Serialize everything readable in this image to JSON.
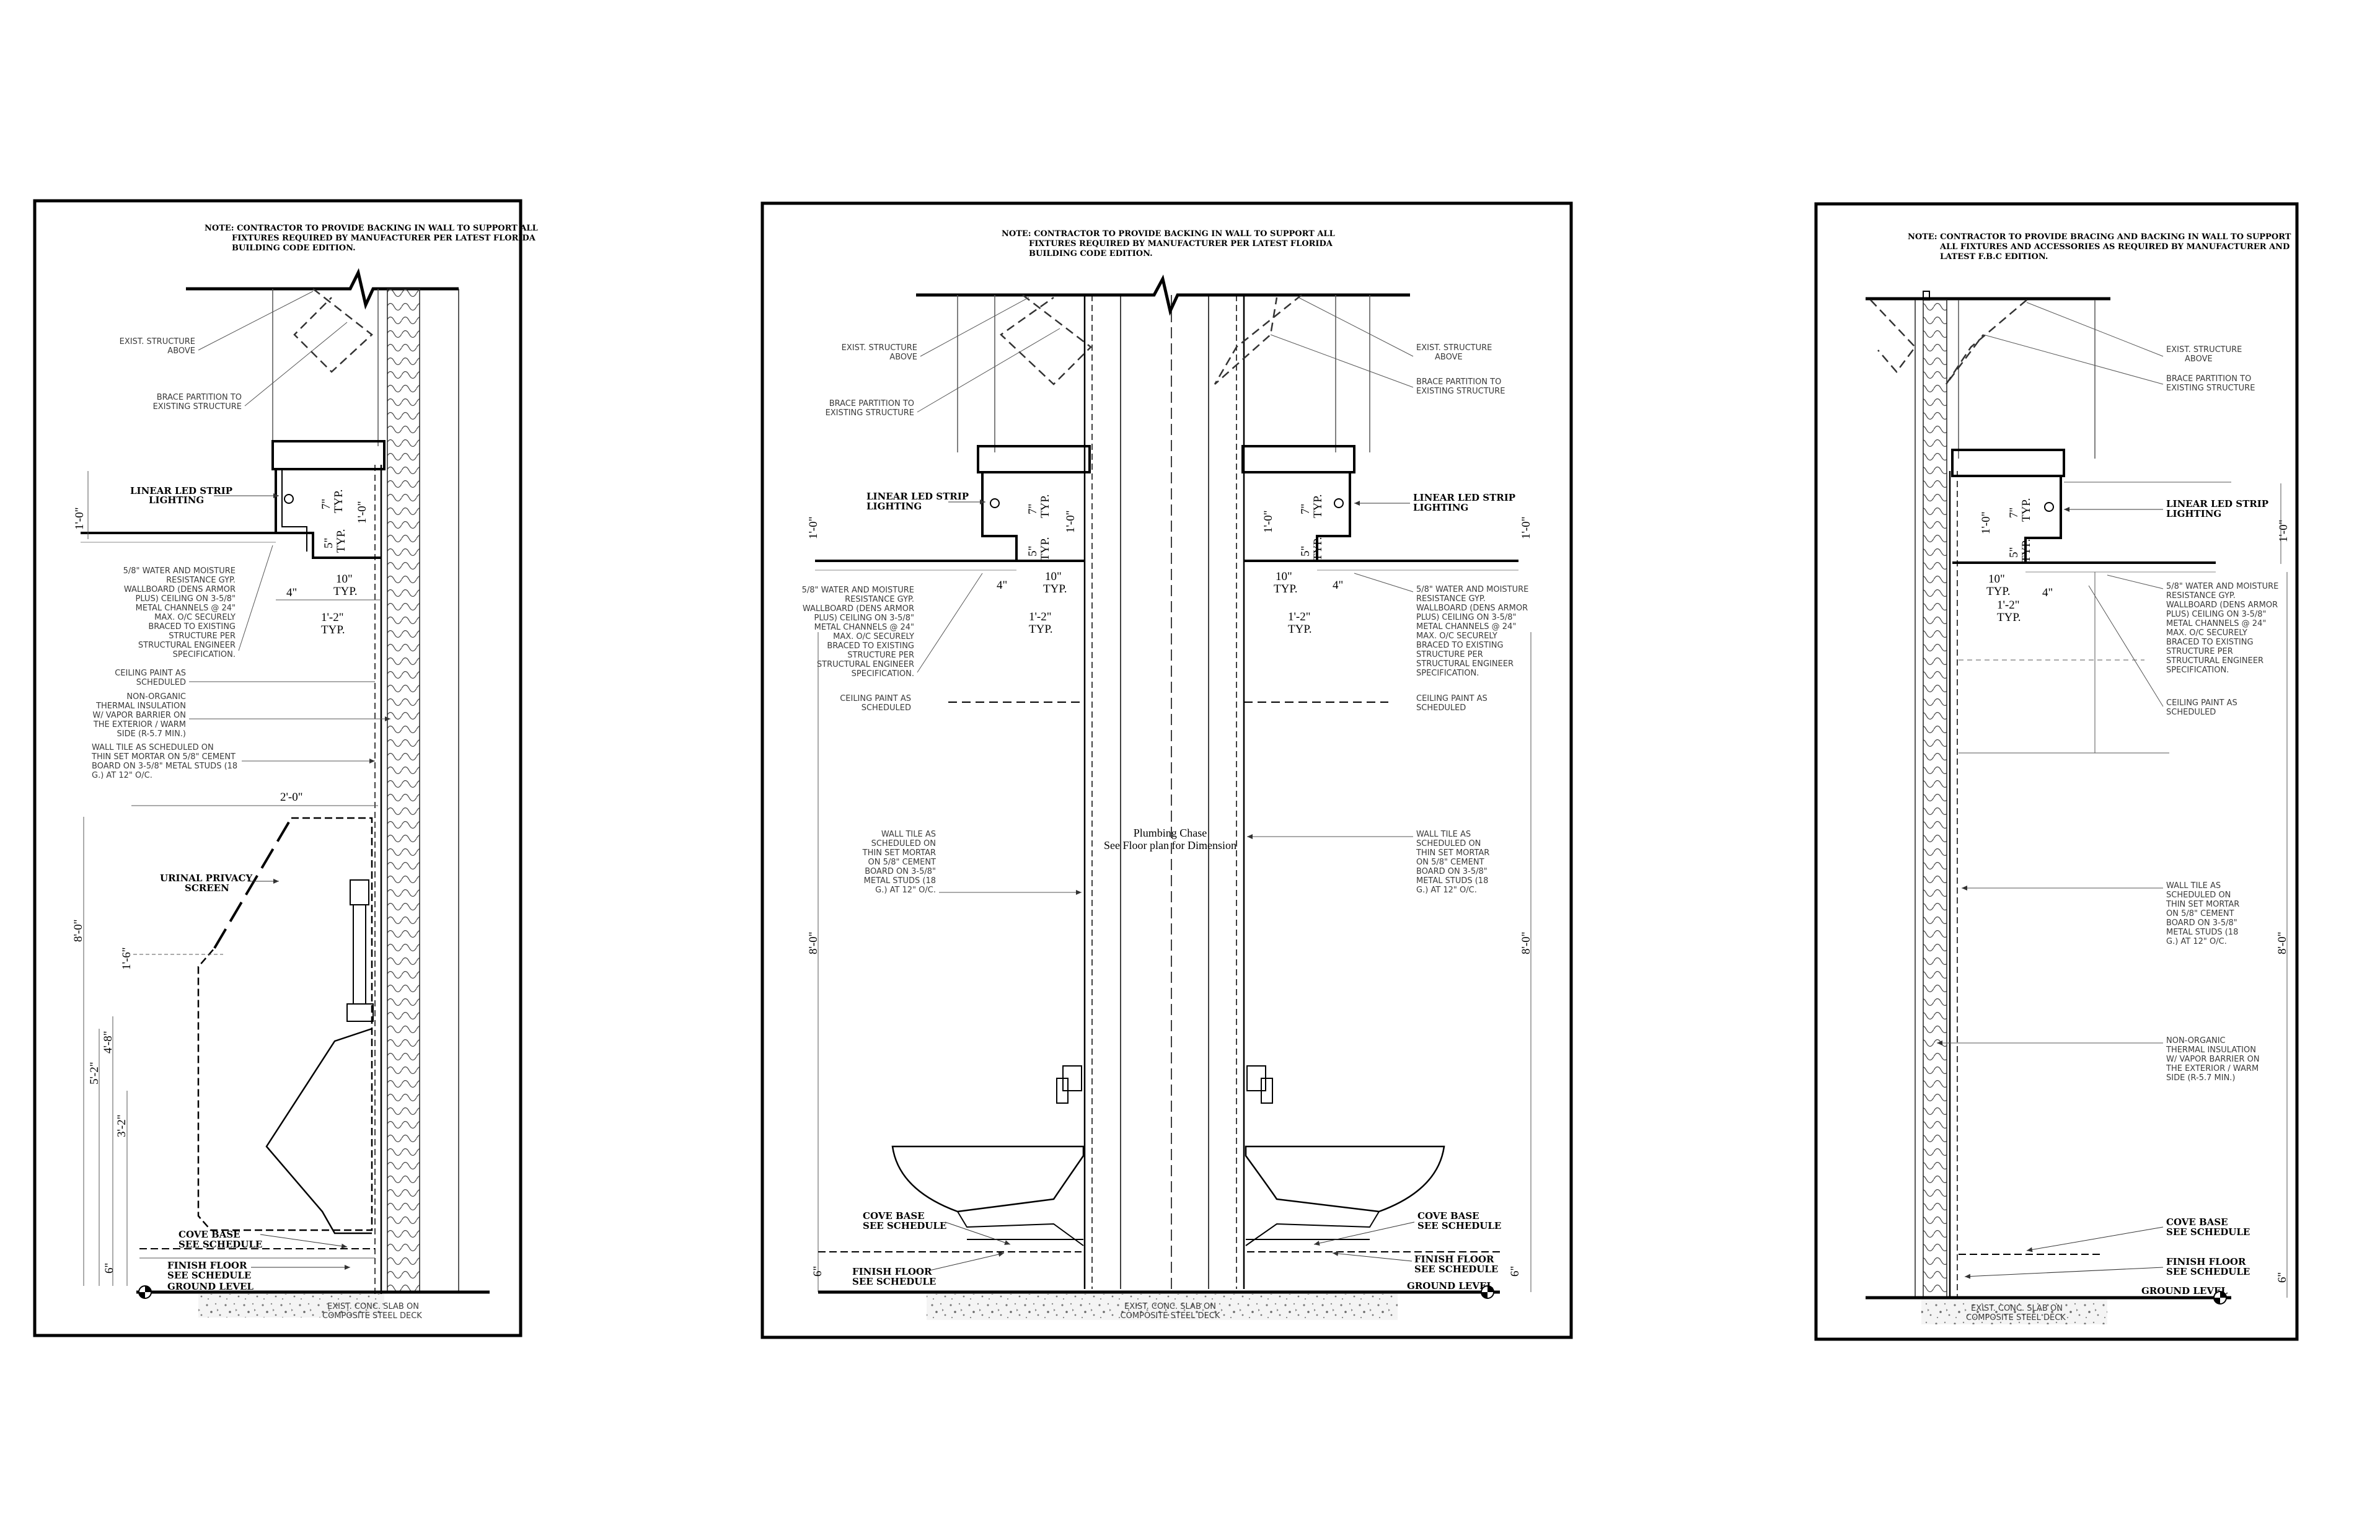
{
  "panels": [
    {
      "note": [
        "NOTE: CONTRACTOR TO PROVIDE BACKING IN WALL TO SUPPORT ALL",
        "FIXTURES REQUIRED BY MANUFACTURER PER LATEST FLORIDA",
        "BUILDING CODE EDITION."
      ],
      "labels": {
        "exist_structure": [
          "EXIST. STRUCTURE",
          "ABOVE"
        ],
        "brace": [
          "BRACE PARTITION TO",
          "EXISTING STRUCTURE"
        ],
        "led": [
          "LINEAR LED STRIP",
          "LIGHTING"
        ],
        "wallboard": [
          "5/8\" WATER AND MOISTURE",
          "RESISTANCE GYP.",
          "WALLBOARD (DENS ARMOR",
          "PLUS) CEILING ON 3-5/8\"",
          "METAL CHANNELS @ 24\"",
          "MAX. O/C SECURELY",
          "BRACED TO EXISTING",
          "STRUCTURE PER",
          "STRUCTURAL ENGINEER",
          "SPECIFICATION."
        ],
        "ceiling_paint": [
          "CEILING PAINT AS",
          "SCHEDULED"
        ],
        "insulation": [
          "NON-ORGANIC",
          "THERMAL INSULATION",
          "W/ VAPOR BARRIER ON",
          "THE EXTERIOR / WARM",
          "SIDE (R-5.7 MIN.)"
        ],
        "wall_tile": [
          "WALL TILE  AS SCHEDULED ON",
          "THIN SET MORTAR ON 5/8\" CEMENT",
          "BOARD ON 3-5/8\" METAL STUDS (18",
          "G.) AT 12\" O/C."
        ],
        "urinal_screen": [
          "URINAL PRIVACY",
          "SCREEN"
        ],
        "cove_base": [
          "COVE BASE",
          "SEE SCHEDULE"
        ],
        "finish_floor": [
          "FINISH FLOOR",
          "SEE SCHEDULE"
        ],
        "ground_level": "GROUND LEVEL",
        "slab": [
          "EXIST. CONC. SLAB ON",
          "COMPOSITE STEEL DECK"
        ]
      },
      "dims": {
        "seven": "7\"",
        "typ": "TYP.",
        "five": "5\"",
        "one_foot": "1'-0\"",
        "ten": "10\"",
        "four": "4\"",
        "one_two": "1'-2\"",
        "two_foot": "2'-0\"",
        "one_six": "1'-6\"",
        "eight_foot": "8'-0\"",
        "five_two": "5'-2\"",
        "four_eight": "4'-8\"",
        "three_two": "3'-2\"",
        "six": "6\""
      }
    },
    {
      "note": [
        "NOTE: CONTRACTOR TO PROVIDE BACKING IN WALL TO SUPPORT ALL",
        "FIXTURES REQUIRED BY MANUFACTURER PER LATEST FLORIDA",
        "BUILDING CODE EDITION."
      ],
      "chase": [
        "Plumbing Chase",
        "See Floor plan for Dimension"
      ],
      "labels": {
        "exist_structure": [
          "EXIST. STRUCTURE",
          "ABOVE"
        ],
        "brace": [
          "BRACE PARTITION TO",
          "EXISTING STRUCTURE"
        ],
        "led": [
          "LINEAR LED STRIP",
          "LIGHTING"
        ],
        "wallboard": [
          "5/8\" WATER AND MOISTURE",
          "RESISTANCE GYP.",
          "WALLBOARD (DENS ARMOR",
          "PLUS) CEILING ON 3-5/8\"",
          "METAL CHANNELS @ 24\"",
          "MAX. O/C SECURELY",
          "BRACED TO EXISTING",
          "STRUCTURE PER",
          "STRUCTURAL ENGINEER",
          "SPECIFICATION."
        ],
        "ceiling_paint": [
          "CEILING PAINT AS",
          "SCHEDULED"
        ],
        "wall_tile": [
          "WALL TILE  AS",
          "SCHEDULED ON",
          "THIN SET MORTAR",
          "ON 5/8\" CEMENT",
          "BOARD ON 3-5/8\"",
          "METAL STUDS (18",
          "G.) AT 12\" O/C."
        ],
        "cove_base": [
          "COVE BASE",
          "SEE SCHEDULE"
        ],
        "finish_floor": [
          "FINISH FLOOR",
          "SEE SCHEDULE"
        ],
        "ground_level": "GROUND LEVEL",
        "slab": [
          "EXIST. CONC. SLAB ON",
          "COMPOSITE STEEL DECK"
        ]
      },
      "dims": {
        "seven": "7\"",
        "typ": "TYP.",
        "five": "5\"",
        "one_foot": "1'-0\"",
        "ten": "10\"",
        "four": "4\"",
        "one_two": "1'-2\"",
        "eight_foot": "8'-0\"",
        "six": "6\""
      }
    },
    {
      "note": [
        "NOTE: CONTRACTOR TO PROVIDE BRACING AND BACKING IN  WALL TO SUPPORT",
        "ALL FIXTURES AND ACCESSORIES AS REQUIRED BY MANUFACTURER AND",
        "LATEST F.B.C EDITION."
      ],
      "labels": {
        "exist_structure": [
          "EXIST. STRUCTURE",
          "ABOVE"
        ],
        "brace": [
          "BRACE PARTITION TO",
          "EXISTING STRUCTURE"
        ],
        "led": [
          "LINEAR LED STRIP",
          "LIGHTING"
        ],
        "wallboard": [
          "5/8\" WATER AND MOISTURE",
          "RESISTANCE GYP.",
          "WALLBOARD (DENS ARMOR",
          "PLUS) CEILING ON 3-5/8\"",
          "METAL CHANNELS @ 24\"",
          "MAX. O/C SECURELY",
          "BRACED TO EXISTING",
          "STRUCTURE PER",
          "STRUCTURAL ENGINEER",
          "SPECIFICATION."
        ],
        "ceiling_paint": [
          "CEILING PAINT AS",
          "SCHEDULED"
        ],
        "wall_tile": [
          "WALL TILE  AS",
          "SCHEDULED ON",
          "THIN SET MORTAR",
          "ON 5/8\" CEMENT",
          "BOARD ON 3-5/8\"",
          "METAL STUDS (18",
          "G.) AT 12\" O/C."
        ],
        "insulation": [
          "NON-ORGANIC",
          "THERMAL INSULATION",
          "W/ VAPOR BARRIER ON",
          "THE EXTERIOR / WARM",
          "SIDE (R-5.7 MIN.)"
        ],
        "cove_base": [
          "COVE BASE",
          "SEE SCHEDULE"
        ],
        "finish_floor": [
          "FINISH FLOOR",
          "SEE SCHEDULE"
        ],
        "ground_level": "GROUND LEVEL",
        "slab": [
          "EXIST. CONC. SLAB ON",
          "COMPOSITE STEEL DECK"
        ]
      },
      "dims": {
        "seven": "7\"",
        "typ": "TYP.",
        "five": "5\"",
        "one_foot": "1'-0\"",
        "ten": "10\"",
        "four": "4\"",
        "one_two": "1'-2\"",
        "eight_foot": "8'-0\"",
        "six": "6\""
      }
    }
  ]
}
